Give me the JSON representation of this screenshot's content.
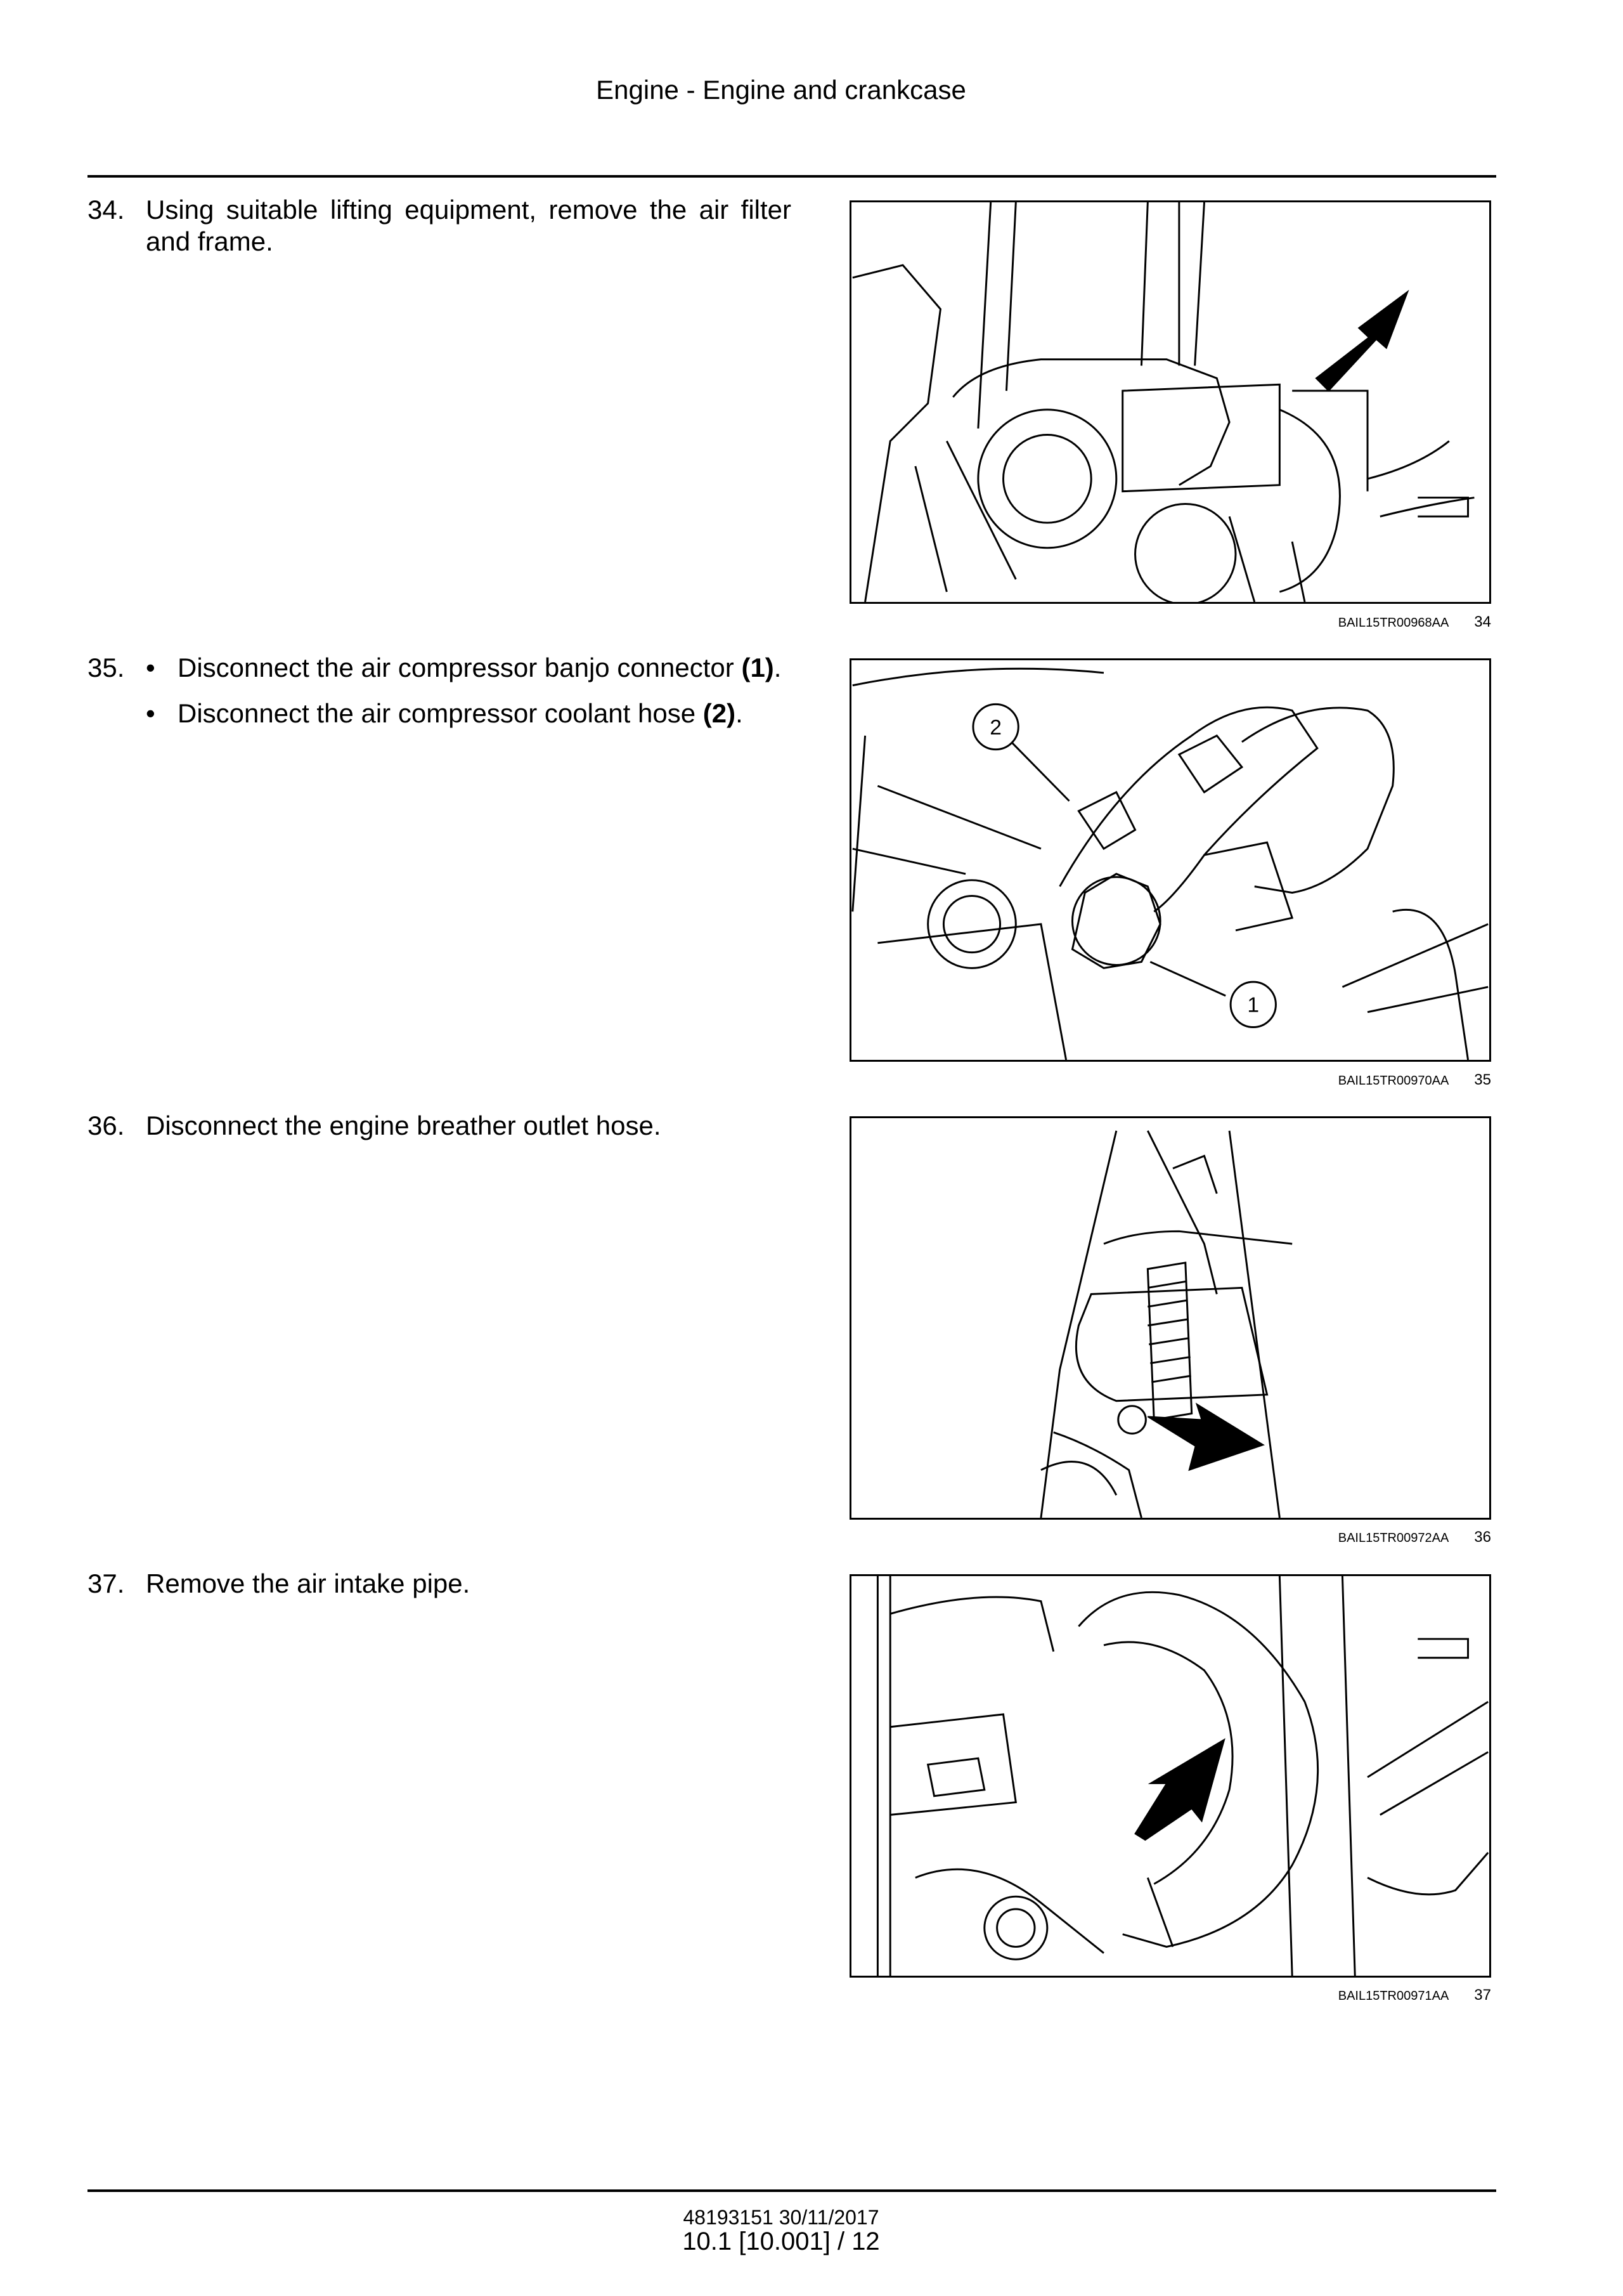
{
  "header": {
    "title": "Engine - Engine and crankcase"
  },
  "steps": [
    {
      "number": "34.",
      "text": "Using suitable lifting equipment, remove the air filter and frame.",
      "figure": {
        "code": "BAIL15TR00968AA",
        "number": "34"
      }
    },
    {
      "number": "35.",
      "bullets": [
        {
          "text": "Disconnect the air compressor banjo connector ",
          "ref": "(1)",
          "end": "."
        },
        {
          "text": "Disconnect the air compressor coolant hose ",
          "ref": "(2)",
          "end": "."
        }
      ],
      "figure": {
        "code": "BAIL15TR00970AA",
        "number": "35",
        "callouts": [
          "1",
          "2"
        ]
      }
    },
    {
      "number": "36.",
      "text": "Disconnect the engine breather outlet hose.",
      "figure": {
        "code": "BAIL15TR00972AA",
        "number": "36"
      }
    },
    {
      "number": "37.",
      "text": "Remove the air intake pipe.",
      "figure": {
        "code": "BAIL15TR00971AA",
        "number": "37"
      }
    }
  ],
  "footer": {
    "doc": "48193151 30/11/2017",
    "page": "10.1 [10.001] / 12"
  }
}
